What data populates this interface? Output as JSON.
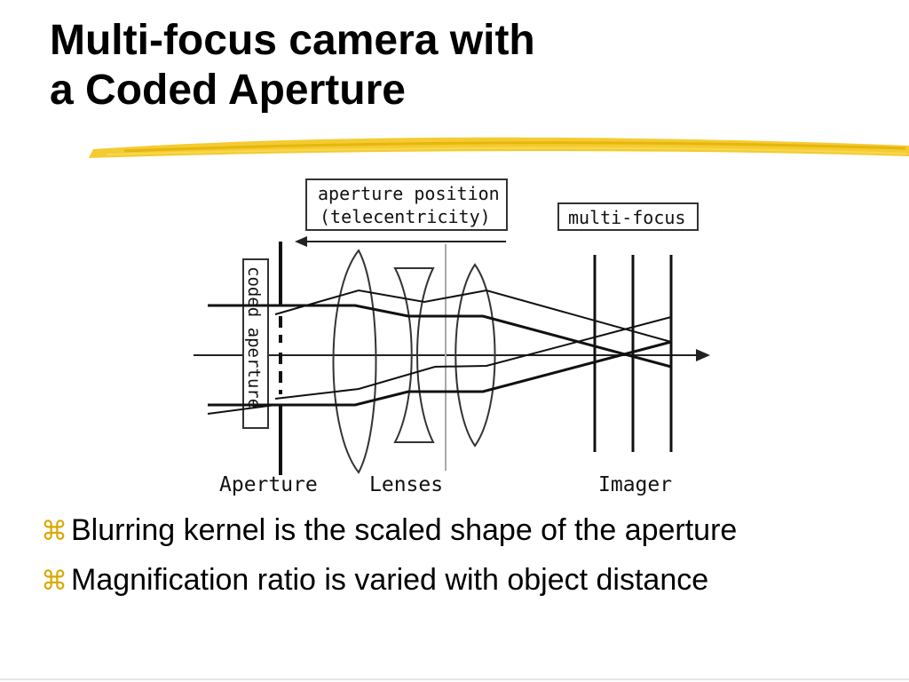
{
  "slide": {
    "title_line1": "Multi-focus camera with",
    "title_line2": "a Coded Aperture",
    "accent_color": "#f2c200"
  },
  "diagram": {
    "label_aperture_position_1": "aperture position",
    "label_aperture_position_2": "(telecentricity)",
    "label_multi_focus": "multi-focus",
    "label_coded_aperture": "coded aperture",
    "label_aperture": "Aperture",
    "label_lenses": "Lenses",
    "label_imager": "Imager"
  },
  "bullets": [
    {
      "icon": "z-bullet-icon",
      "text": "Blurring kernel is the scaled shape of the aperture"
    },
    {
      "icon": "z-bullet-icon",
      "text": "Magnification ratio is varied with object distance"
    }
  ]
}
